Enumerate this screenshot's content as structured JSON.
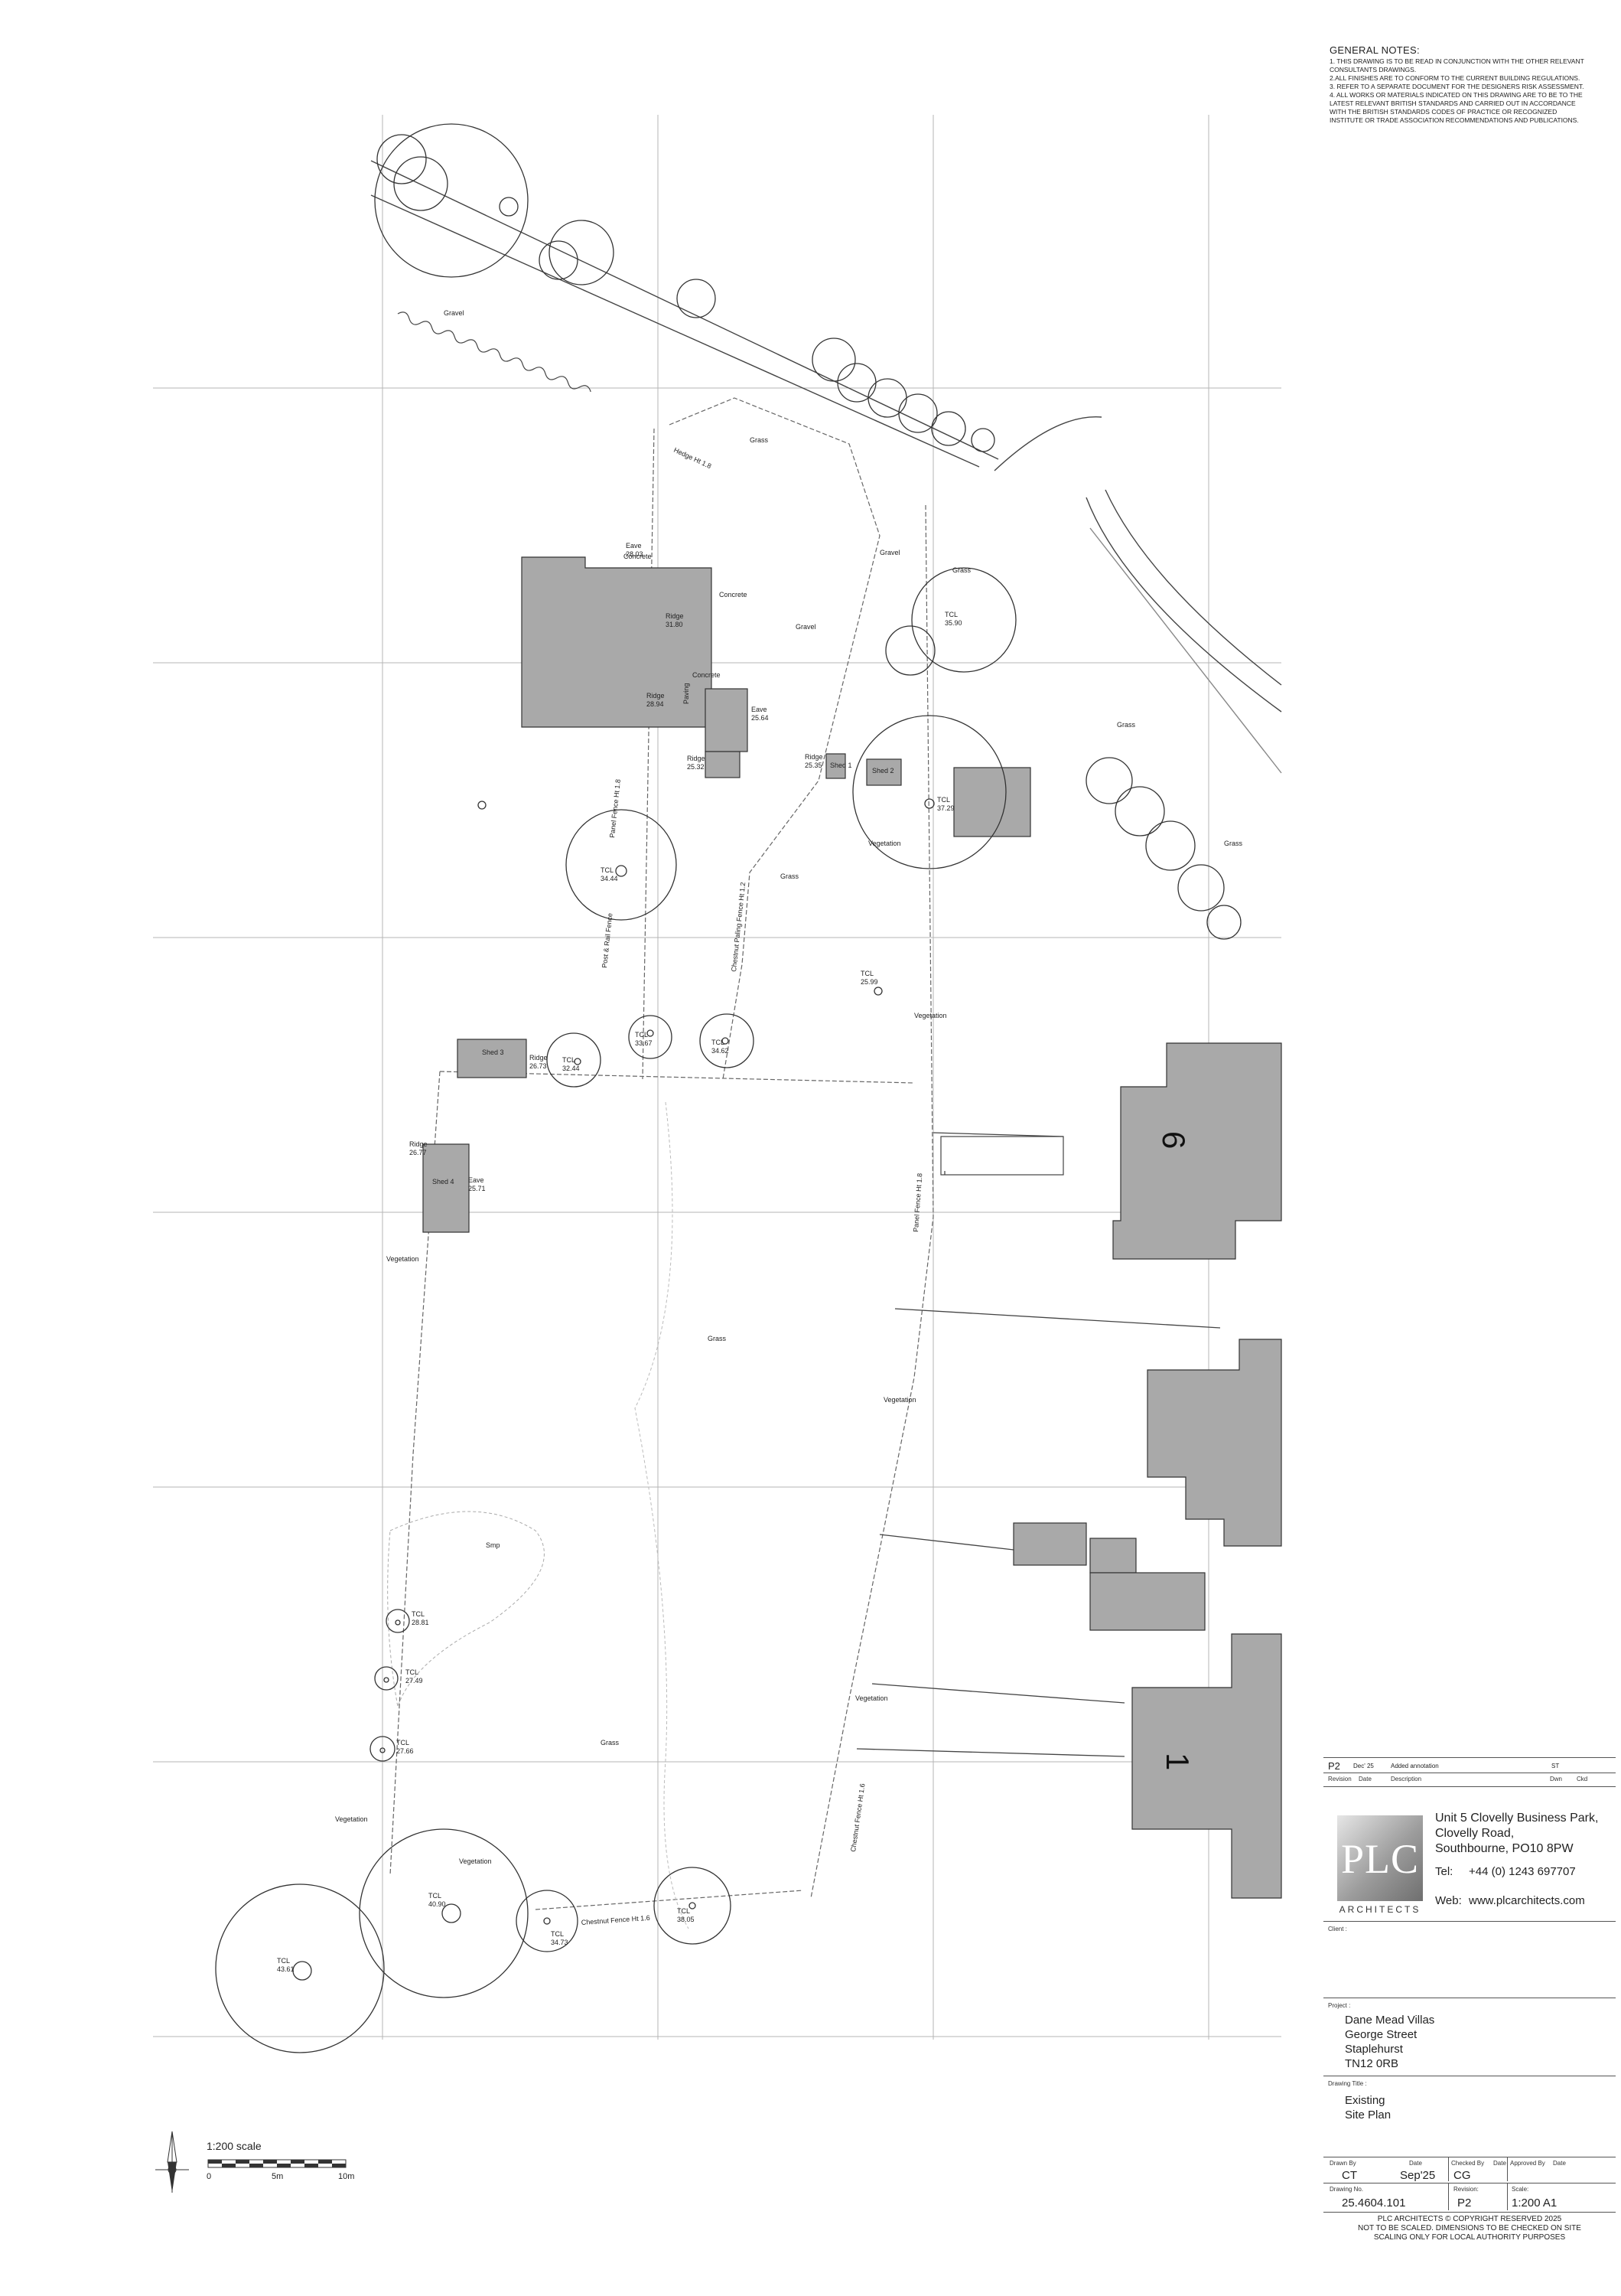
{
  "notes": {
    "title": "GENERAL NOTES:",
    "lines": [
      "1. THIS DRAWING IS TO BE READ IN CONJUNCTION WITH THE OTHER RELEVANT",
      "CONSULTANTS DRAWINGS.",
      "2.ALL FINISHES ARE  TO CONFORM TO THE CURRENT BUILDING REGULATIONS.",
      "3. REFER TO A SEPARATE DOCUMENT FOR THE DESIGNERS RISK ASSESSMENT.",
      "4. ALL WORKS OR MATERIALS INDICATED ON THIS DRAWING ARE TO BE TO THE",
      "LATEST RELEVANT BRITISH STANDARDS AND CARRIED OUT IN ACCORDANCE",
      "WITH THE BRITISH STANDARDS CODES OF PRACTICE OR RECOGNIZED",
      "INSTITUTE OR TRADE ASSOCIATION RECOMMENDATIONS AND PUBLICATIONS."
    ]
  },
  "revision": {
    "rev": "P2",
    "date": "Dec' 25",
    "description": "Added annotation",
    "drawn": "ST",
    "headers": {
      "revision": "Revision",
      "date": "Date",
      "description": "Description",
      "drawn": "Dwn",
      "checked": "Ckd"
    }
  },
  "company": {
    "logo": "PLC",
    "logo_sub": "ARCHITECTS",
    "address": [
      "Unit 5 Clovelly Business Park,",
      "Clovelly Road,",
      "Southbourne, PO10 8PW"
    ],
    "tel_label": "Tel:",
    "tel": "+44 (0) 1243 697707",
    "web_label": "Web:",
    "web": "www.plcarchitects.com"
  },
  "client_label": "Client :",
  "project": {
    "label": "Project :",
    "lines": [
      "Dane Mead Villas",
      "George Street",
      "Staplehurst",
      "TN12 0RB"
    ]
  },
  "drawing_title": {
    "label": "Drawing Title :",
    "lines": [
      "Existing",
      "Site Plan"
    ]
  },
  "meta": {
    "drawn_by_label": "Drawn By",
    "drawn_by": "CT",
    "date_label": "Date",
    "date": "Sep'25",
    "checked_label": "Checked By",
    "checked": "CG",
    "date2_label": "Date",
    "approved_label": "Approved By",
    "date3_label": "Date",
    "drawing_no_label": "Drawing No.",
    "drawing_no": "25.4604.101",
    "revision_label": "Revision:",
    "revision": "P2",
    "scale_label": "Scale:",
    "scale": "1:200 A1"
  },
  "footer": {
    "line1": "PLC ARCHITECTS      ©      COPYRIGHT RESERVED  2025",
    "line2": "NOT TO BE SCALED.  DIMENSIONS TO BE CHECKED ON SITE",
    "line3": "SCALING ONLY FOR LOCAL AUTHORITY PURPOSES"
  },
  "scale_bar": {
    "title": "1:200 scale",
    "ticks": [
      "0",
      "5m",
      "10m"
    ]
  },
  "plan": {
    "buildings": [
      "Shed 1",
      "Shed 2",
      "Shed 3",
      "Shed 4"
    ],
    "house_numbers": [
      "6",
      "1"
    ],
    "areas": [
      "Grass",
      "Gravel",
      "Concrete",
      "Vegetation",
      "Paving"
    ],
    "features": [
      "Smp"
    ],
    "levels": [
      {
        "label": "Ridge",
        "value": "31.80"
      },
      {
        "label": "Ridge",
        "value": "28.94"
      },
      {
        "label": "Eave",
        "value": "28.03"
      },
      {
        "label": "Eave",
        "value": "25.64"
      },
      {
        "label": "Ridge",
        "value": "25.32"
      },
      {
        "label": "Ridge",
        "value": "25.35"
      },
      {
        "label": "Ridge",
        "value": "26.73"
      },
      {
        "label": "Ridge",
        "value": "26.77"
      },
      {
        "label": "Eave",
        "value": "25.71"
      }
    ],
    "trees": [
      {
        "label": "TCL",
        "value": "35.90"
      },
      {
        "label": "TCL",
        "value": "37.29"
      },
      {
        "label": "TCL",
        "value": "34.44"
      },
      {
        "label": "TCL",
        "value": "33.67"
      },
      {
        "label": "TCL",
        "value": "34.62"
      },
      {
        "label": "TCL",
        "value": "25.99"
      },
      {
        "label": "TCL",
        "value": "32.44"
      },
      {
        "label": "TCL",
        "value": "28.81"
      },
      {
        "label": "TCL",
        "value": "27.49"
      },
      {
        "label": "TCL",
        "value": "27.66"
      },
      {
        "label": "TCL",
        "value": "40.90"
      },
      {
        "label": "TCL",
        "value": "43.61"
      },
      {
        "label": "TCL",
        "value": "34.73"
      },
      {
        "label": "TCL",
        "value": "38.05"
      }
    ],
    "fences": [
      "Panel Fence Ht 1.8",
      "Chestnut Paling Fence Ht 1.2",
      "Post & Rail Fence",
      "Panel Fence Ht 1.8",
      "Chestnut Fence Ht 1.6",
      "Chestnut Fence Ht 1.6",
      "Hedge Ht 1.8"
    ]
  }
}
